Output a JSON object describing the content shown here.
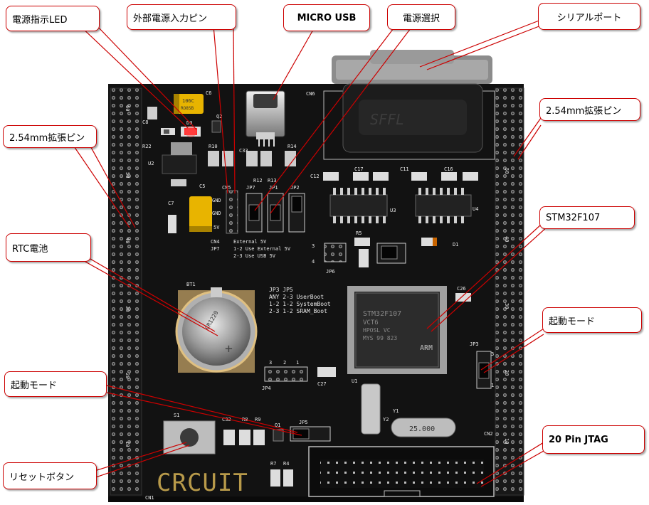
{
  "callouts": {
    "power_led": "電源指示LED",
    "external_power_pin": "外部電源入力ピン",
    "micro_usb": "MICRO USB",
    "power_select": "電源選択",
    "serial_port": "シリアルポート",
    "header_left": "2.54mm拡張ピン",
    "header_right": "2.54mm拡張ピン",
    "rtc_battery": "RTC電池",
    "mcu": "STM32F107",
    "boot_mode_right": "起動モード",
    "boot_mode_left": "起動モード",
    "jtag": "20 Pin JTAG",
    "reset_button": "リセットボタン"
  },
  "board": {
    "logo": "CRCUIT",
    "silkscreen": {
      "cn6": "CN6",
      "cn5": "CN5",
      "cn4": "CN4",
      "cn1": "CN1",
      "cn2": "CN2",
      "jp7": "JP7",
      "jp1": "JP1",
      "jp2": "JP2",
      "jp3": "JP3",
      "jp5": "JP5",
      "jp4": "JP4",
      "jp6": "JP6",
      "cn4b": "CN4",
      "u1": "U1",
      "u2": "U2",
      "u3": "U3",
      "u4": "U4",
      "d1": "D1",
      "d3": "D3",
      "bt1": "BT1",
      "s1": "S1",
      "y1": "Y1",
      "y2": "Y2",
      "q1": "Q1",
      "q2": "Q2",
      "c5": "C5",
      "c6": "C6",
      "c7": "C7",
      "c8": "C8",
      "c12": "C12",
      "c17": "C17",
      "c11": "C11",
      "c16": "C16",
      "c26": "C26",
      "c27": "C27",
      "c32": "C32",
      "c33": "C33",
      "r4": "R4",
      "r5": "R5",
      "r7": "R7",
      "r8": "R8",
      "r9": "R9",
      "r10": "R10",
      "r12": "R12",
      "r13": "R13",
      "r14": "R14",
      "r22": "R22",
      "gnd1": "GND",
      "gnd2": "GND",
      "v5": "5V",
      "pins_left": [
        "60",
        "50",
        "40",
        "30",
        "20",
        "10"
      ],
      "pins_right": [
        "50",
        "40",
        "30",
        "20",
        "10"
      ],
      "jp_label_3": "3",
      "jp_label_2": "2",
      "jp_label_1": "1",
      "jp_label_4": "4",
      "jp3_3": "3",
      "jp3_1": "1",
      "power_notes": [
        "External 5V",
        "1-2 Use External 5V",
        "2-3 Use USB 5V"
      ],
      "boot_table": [
        "JP3  JP5",
        "ANY  2-3  UserBoot",
        "1-2  1-2  SystemBoot",
        "2-3  1-2  SRAM_Boot"
      ],
      "chip_text": [
        "STM32F107",
        "VCT6",
        "HPOSL VC",
        "MYS 99 823"
      ],
      "chip_brand": "ARM",
      "crystal": "25.000",
      "tantalum": "106C",
      "tantalum_sub": "RO8SB",
      "battery": "CR1220"
    }
  },
  "colors": {
    "board": "#121212",
    "callout_border": "#cc0000",
    "leader": "#cc0000",
    "silk": "#e8e8e8",
    "tantalum": "#e8b400"
  }
}
